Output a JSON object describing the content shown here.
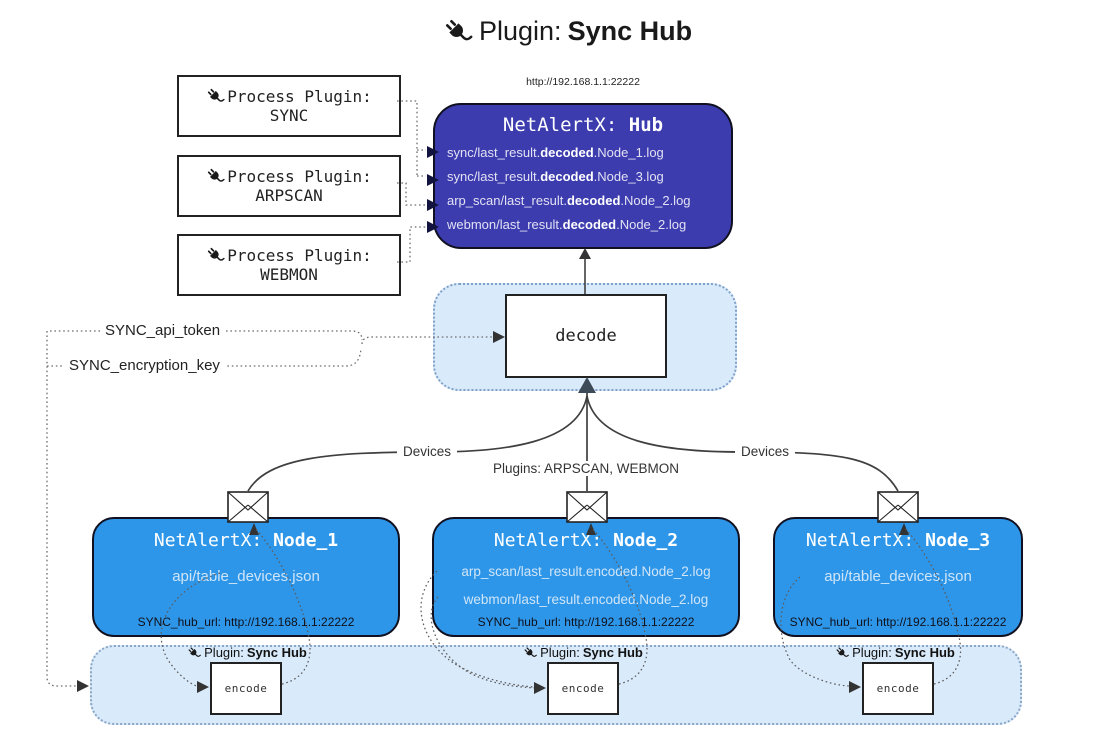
{
  "title": {
    "prefix": "Plugin: ",
    "name": "Sync Hub"
  },
  "hub": {
    "url": "http://192.168.1.1:22222",
    "name_prefix": "NetAlertX: ",
    "name": "Hub",
    "logs": [
      {
        "pre": "sync/last_result.",
        "bold": "decoded",
        "post": ".Node_1.log"
      },
      {
        "pre": "sync/last_result.",
        "bold": "decoded",
        "post": ".Node_3.log"
      },
      {
        "pre": "arp_scan/last_result.",
        "bold": "decoded",
        "post": ".Node_2.log"
      },
      {
        "pre": "webmon/last_result.",
        "bold": "decoded",
        "post": ".Node_2.log"
      }
    ]
  },
  "process_plugins": [
    {
      "label": "Process Plugin:",
      "name": "SYNC"
    },
    {
      "label": "Process Plugin:",
      "name": "ARPSCAN"
    },
    {
      "label": "Process Plugin:",
      "name": "WEBMON"
    }
  ],
  "decode": {
    "label": "decode"
  },
  "settings": {
    "api_token": "SYNC_api_token",
    "encryption_key": "SYNC_encryption_key"
  },
  "edges": {
    "devices_left": "Devices",
    "devices_right": "Devices",
    "plugins": "Plugins: ARPSCAN, WEBMON"
  },
  "nodes": [
    {
      "name_prefix": "NetAlertX: ",
      "name": "Node_1",
      "files": [
        "api/table_devices.json"
      ],
      "hub_url": "SYNC_hub_url: http://192.168.1.1:22222"
    },
    {
      "name_prefix": "NetAlertX: ",
      "name": "Node_2",
      "files": [
        "arp_scan/last_result.encoded.Node_2.log",
        "webmon/last_result.encoded.Node_2.log"
      ],
      "hub_url": "SYNC_hub_url: http://192.168.1.1:22222"
    },
    {
      "name_prefix": "NetAlertX: ",
      "name": "Node_3",
      "files": [
        "api/table_devices.json"
      ],
      "hub_url": "SYNC_hub_url: http://192.168.1.1:22222"
    }
  ],
  "encoders": [
    {
      "plugin_prefix": "Plugin: ",
      "plugin_name": "Sync Hub",
      "label": "encode"
    },
    {
      "plugin_prefix": "Plugin: ",
      "plugin_name": "Sync Hub",
      "label": "encode"
    },
    {
      "plugin_prefix": "Plugin: ",
      "plugin_name": "Sync Hub",
      "label": "encode"
    }
  ],
  "icons": {
    "plug": "plug-icon",
    "envelope": "envelope-icon"
  },
  "colors": {
    "hub_fill": "#3c3caf",
    "node_fill": "#2e96e9",
    "panel_fill": "#d9eafb",
    "hub_text": "#e2e2f4",
    "node_text": "#cfe5f8",
    "line": "#3f3f3f"
  }
}
